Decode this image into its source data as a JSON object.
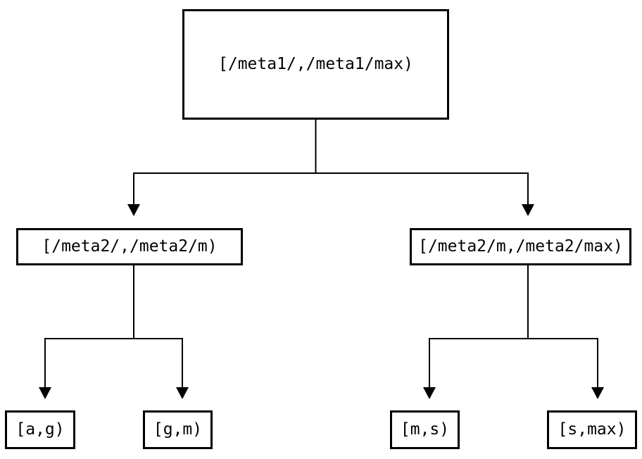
{
  "diagram": {
    "type": "tree",
    "nodes": {
      "root": "[/meta1/,/meta1/max)",
      "level2_left": "[/meta2/,/meta2/m)",
      "level2_right": "[/meta2/m,/meta2/max)",
      "leaf_ag": "[a,g)",
      "leaf_gm": "[g,m)",
      "leaf_ms": "[m,s)",
      "leaf_smax": "[s,max)"
    },
    "edges": [
      {
        "from": "root",
        "to": "level2_left"
      },
      {
        "from": "root",
        "to": "level2_right"
      },
      {
        "from": "level2_left",
        "to": "leaf_ag"
      },
      {
        "from": "level2_left",
        "to": "leaf_gm"
      },
      {
        "from": "level2_right",
        "to": "leaf_ms"
      },
      {
        "from": "level2_right",
        "to": "leaf_smax"
      }
    ],
    "colors": {
      "background": "#ffffff",
      "line": "#000000",
      "text": "#000000"
    }
  }
}
